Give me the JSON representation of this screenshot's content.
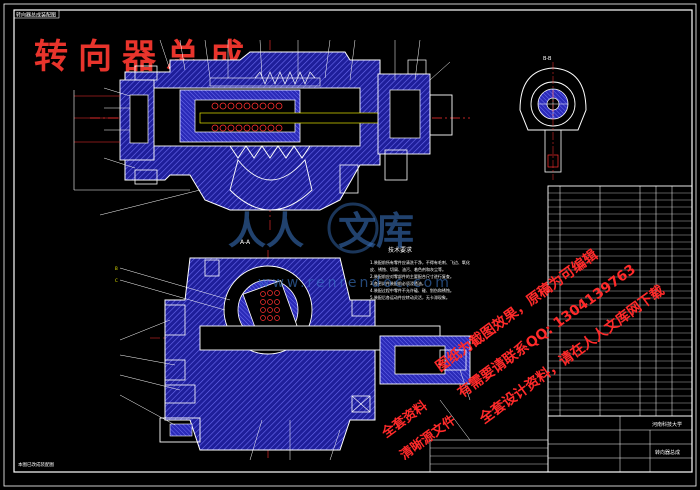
{
  "drawing": {
    "title_main": "转向器总成",
    "title_block_name": "转向器总成",
    "title_block_school": "河南科技大学",
    "section_label_aa": "A-A",
    "section_label_bb": "B-B",
    "tech_req_title": "技术要求",
    "tech_req_lines": [
      "1.装配前所有零件应清洗干净，不得有毛刺、飞边、氧化",
      "皮、锈蚀、切屑、油污、着色剂和灰尘等。",
      "2.装配前应对零部件的主要配合尺寸进行复查。",
      "3.各密封件装配前必须浸透油。",
      "4.装配过程中零件不允许磕、碰、划伤和锈蚀。",
      "5.装配后各运动件应转动灵活，无卡滞现象。"
    ],
    "top_left_small": "转向器总成装配图",
    "bottom_left_small": "本图已改成装配图"
  },
  "watermarks": {
    "brand_a": "人人",
    "brand_b": "文库",
    "brand_url": "www.renrendoc.com",
    "red_lines": [
      "图纸为截图效果，原稿为可编辑",
      "有需要请联系QQ: 1304139763",
      "全套设计资料，请在人人文库网下载"
    ],
    "bottom_red_1": "全套资料",
    "bottom_red_2": "清晰源文件"
  },
  "colors": {
    "background": "#000000",
    "line_white": "#ffffff",
    "line_red": "#ff3030",
    "hatch_blue": "#2f2fd0",
    "line_green": "#20c020",
    "line_yellow": "#e6e600",
    "line_cyan": "#00e0e0",
    "line_magenta": "#e040e0"
  }
}
